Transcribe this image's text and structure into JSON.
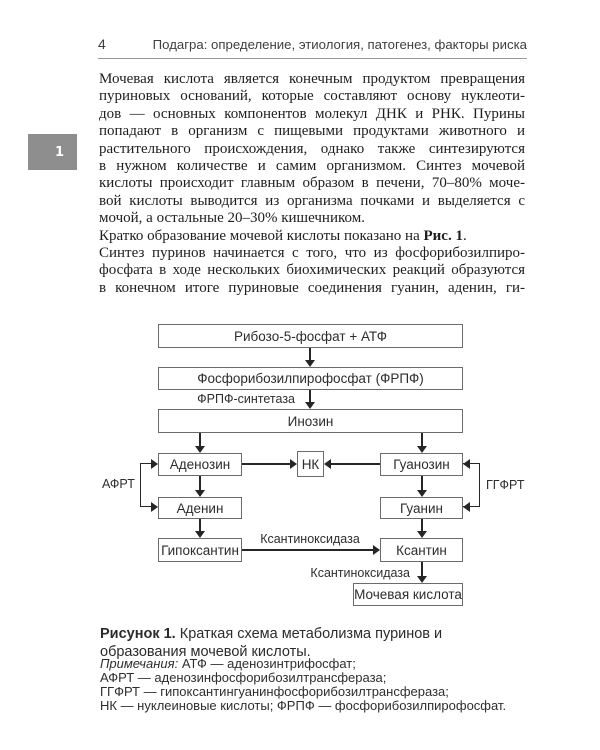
{
  "header": {
    "page_number": "4",
    "running_title": "Подагра: определение, этиология, патогенез, факторы риска"
  },
  "chapter_tab": "1",
  "body": {
    "lines": [
      {
        "j": true,
        "parts": [
          {
            "t": "Мочевая кислота является конечным продуктом превращения"
          }
        ]
      },
      {
        "j": true,
        "parts": [
          {
            "t": "пуриновых оснований, которые составляют основу нуклеоти-"
          }
        ]
      },
      {
        "j": true,
        "parts": [
          {
            "t": "дов — основных компонентов молекул ДНК и РНК. Пурины"
          }
        ]
      },
      {
        "j": true,
        "parts": [
          {
            "t": "попадают в организм с пищевыми продуктами животного и"
          }
        ]
      },
      {
        "j": true,
        "parts": [
          {
            "t": "растительного происхождения, однако также синтезируются"
          }
        ]
      },
      {
        "j": true,
        "parts": [
          {
            "t": "в нужном количестве и самим организмом. Синтез мочевой"
          }
        ]
      },
      {
        "j": true,
        "parts": [
          {
            "t": "кислоты происходит главным образом в печени, 70–80% моче-"
          }
        ]
      },
      {
        "j": true,
        "parts": [
          {
            "t": "вой кислоты выводится из организма почками и выделяется с"
          }
        ]
      },
      {
        "j": false,
        "parts": [
          {
            "t": "мочой, а остальные 20–30% кишечником."
          }
        ]
      },
      {
        "j": false,
        "parts": [
          {
            "t": "Кратко образование мочевой кислоты показано на "
          },
          {
            "t": "Рис. 1",
            "b": true
          },
          {
            "t": "."
          }
        ]
      },
      {
        "j": true,
        "parts": [
          {
            "t": "Синтез пуринов начинается с того, что из фосфорибозилпиро-"
          }
        ]
      },
      {
        "j": true,
        "parts": [
          {
            "t": "фосфата в ходе нескольких биохимических реакций образуются"
          }
        ]
      },
      {
        "j": true,
        "parts": [
          {
            "t": "в конечном итоге пуриновые соединения гуанин, аденин, ги-"
          }
        ]
      }
    ]
  },
  "diagram": {
    "boxes": {
      "ribose_atp": "Рибозо-5-фосфат + АТФ",
      "prpp": "Фосфорибозилпирофосфат (ФРПФ)",
      "inosine": "Инозин",
      "adenosine": "Аденозин",
      "nk": "НК",
      "guanosine": "Гуанозин",
      "adenine": "Аденин",
      "guanine": "Гуанин",
      "hypoxanthine": "Гипоксантин",
      "xanthine": "Ксантин",
      "uric_acid": "Мочевая кислота"
    },
    "labels": {
      "prpp_synthetase": "ФРПФ-синтетаза",
      "aprt": "АФРТ",
      "hgprt": "ГГФРТ",
      "xanthine_oxidase_1": "Ксантиноксидаза",
      "xanthine_oxidase_2": "Ксантиноксидаза"
    }
  },
  "caption": {
    "figure_label": "Рисунок 1.",
    "text": " Краткая схема метаболизма пуринов и образования мочевой кислоты."
  },
  "notes": {
    "label": "Примечания:",
    "first_item": " АТФ — аденозинтрифосфат;",
    "items": [
      "АФРТ — аденозинфосфорибозилтрансфераза;",
      "ГГФРТ — гипоксантингуанинфосфорибозилтрансфераза;",
      "НК — нуклеиновые кислоты; ФРПФ — фосфорибозилпирофосфат."
    ]
  },
  "colors": {
    "tab_gray": "#8e8e8e",
    "box_border": "#6b6b6b",
    "line_black": "#262626"
  }
}
